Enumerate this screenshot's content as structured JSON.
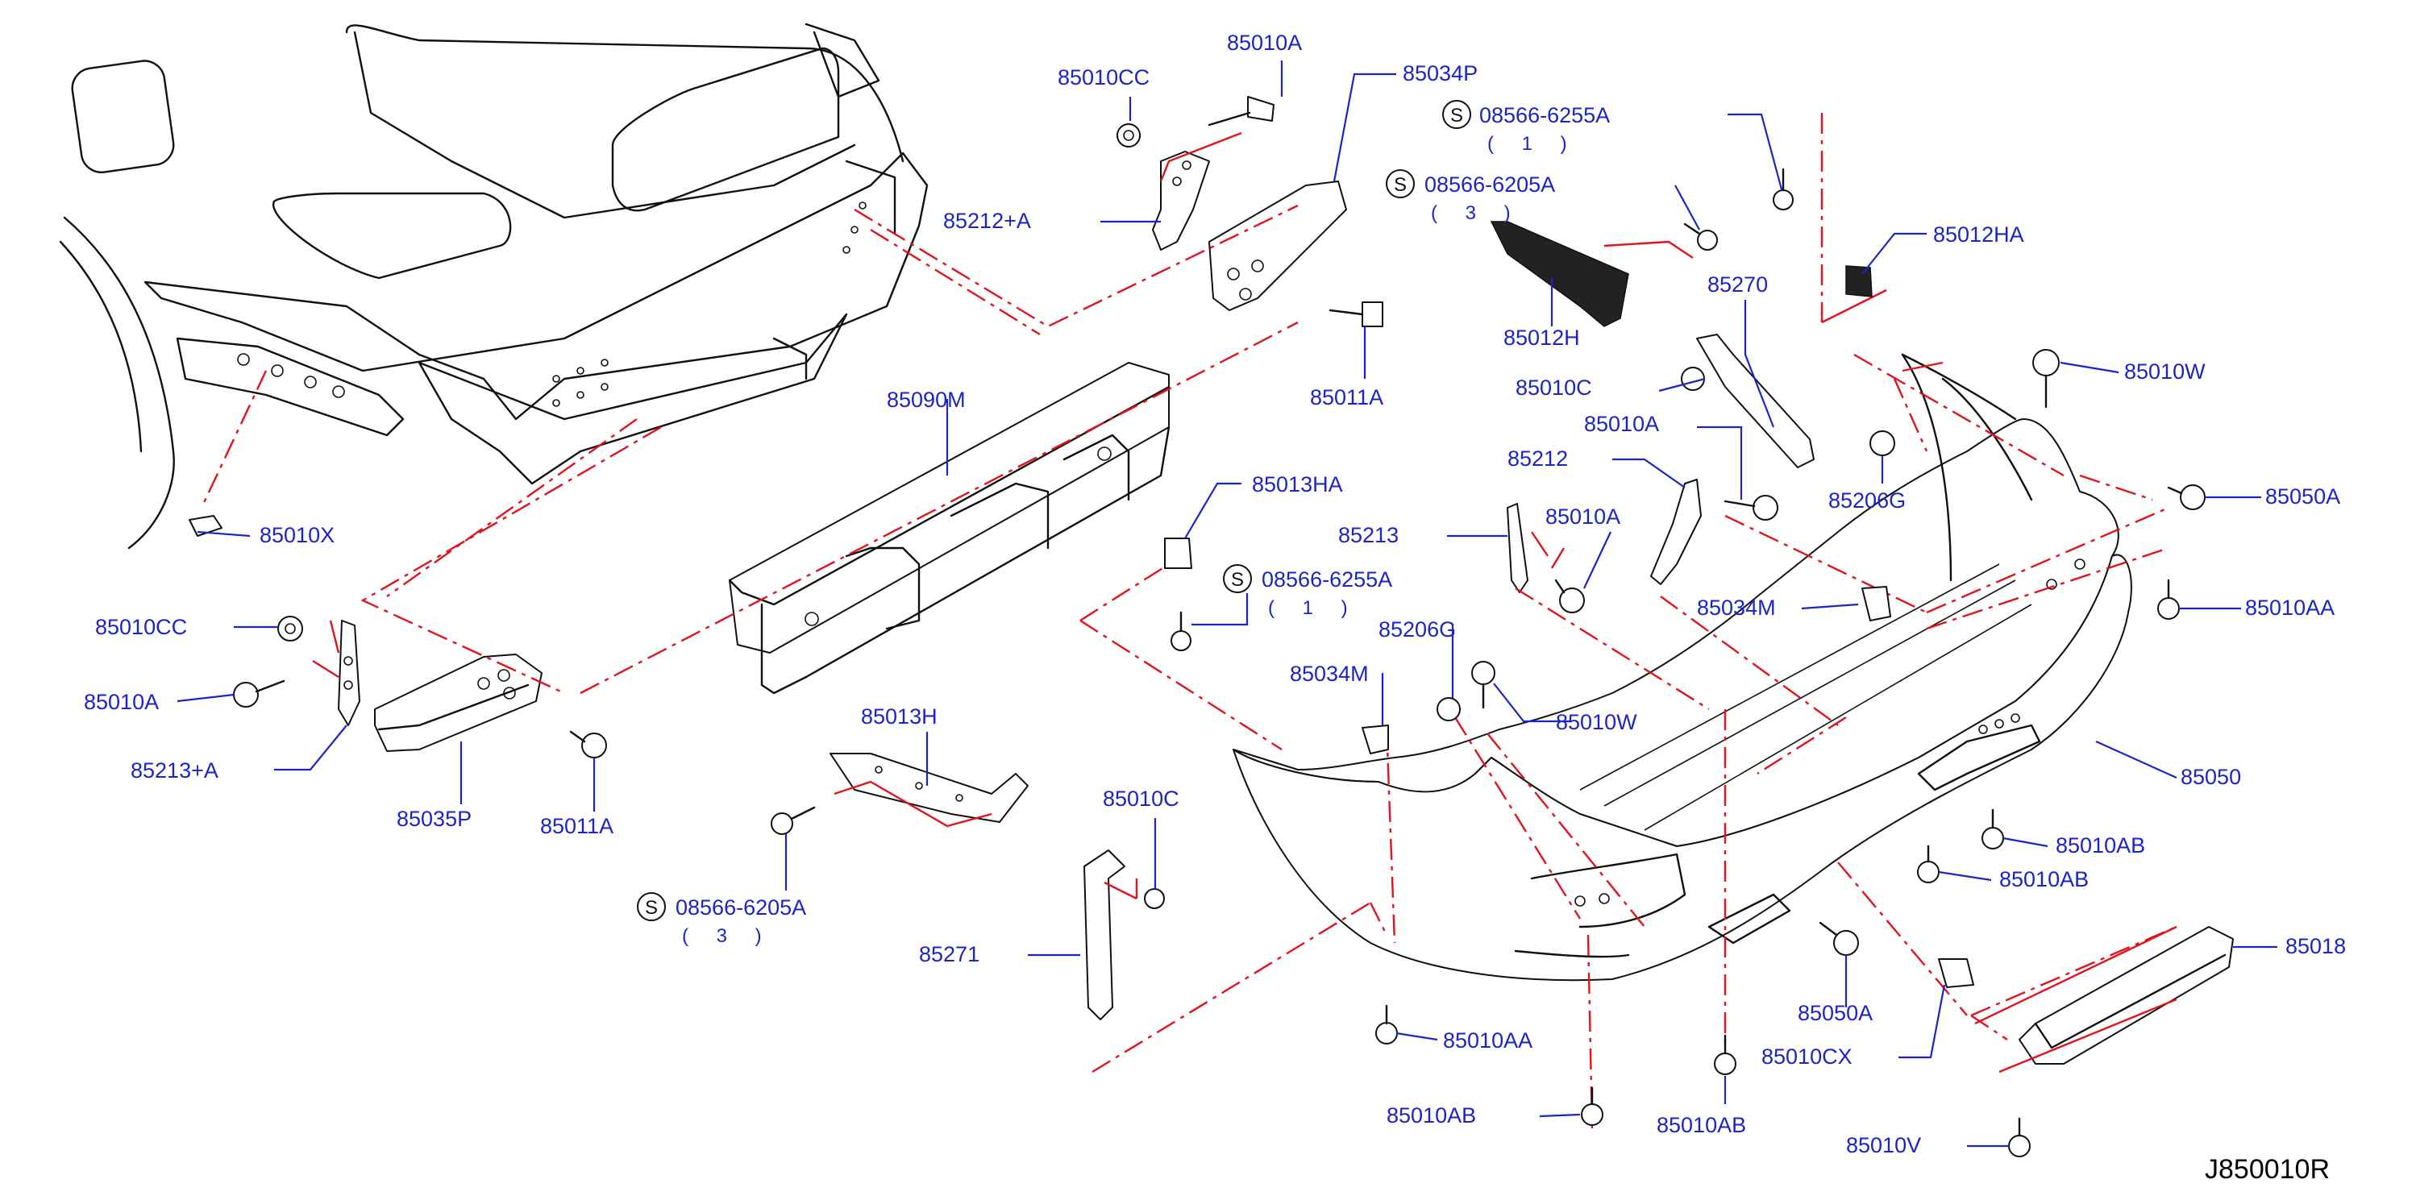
{
  "diagram_code": "J850010R",
  "colors": {
    "label": "#1c24c8",
    "callout_line": "#e0141e",
    "drawing": "#111111"
  },
  "labels": {
    "p85010CC_top": "85010CC",
    "p85010A_top": "85010A",
    "p85034P": "85034P",
    "p85212A": "85212+A",
    "p85011A_right": "85011A",
    "p85090M": "85090M",
    "p85010X": "85010X",
    "p85010CC_left": "85010CC",
    "p85010A_left": "85010A",
    "p85213A": "85213+A",
    "p85035P": "85035P",
    "p85011A_left": "85011A",
    "p85013HA": "85013HA",
    "p85013H": "85013H",
    "p85010C_mid": "85010C",
    "p85271": "85271",
    "p85034M_mid": "85034M",
    "p85206G_mid": "85206G",
    "p85010W_mid": "85010W",
    "p85213": "85213",
    "p85010A_mid": "85010A",
    "p85010AA_bot": "85010AA",
    "p85010AB_bot": "85010AB",
    "p85010AB_bot2": "85010AB",
    "p85012H": "85012H",
    "p85010C_right": "85010C",
    "p85010A_right": "85010A",
    "p85212": "85212",
    "p85270": "85270",
    "p85012HA": "85012HA",
    "p85010W_right": "85010W",
    "p85206G_right": "85206G",
    "p85050A_right": "85050A",
    "p85010AA_right": "85010AA",
    "p85034M_right": "85034M",
    "p85050": "85050",
    "p85010AB_r1": "85010AB",
    "p85010AB_r2": "85010AB",
    "p85050A_bot": "85050A",
    "p85010CX": "85010CX",
    "p85018": "85018",
    "p85010V": "85010V"
  },
  "screws": {
    "s1": {
      "symbol": "S",
      "code": "08566-6255A",
      "qty": "( 1 )"
    },
    "s2": {
      "symbol": "S",
      "code": "08566-6205A",
      "qty": "( 3 )"
    },
    "s3": {
      "symbol": "S",
      "code": "08566-6255A",
      "qty": "( 1 )"
    },
    "s4": {
      "symbol": "S",
      "code": "08566-6205A",
      "qty": "( 3 )"
    }
  }
}
